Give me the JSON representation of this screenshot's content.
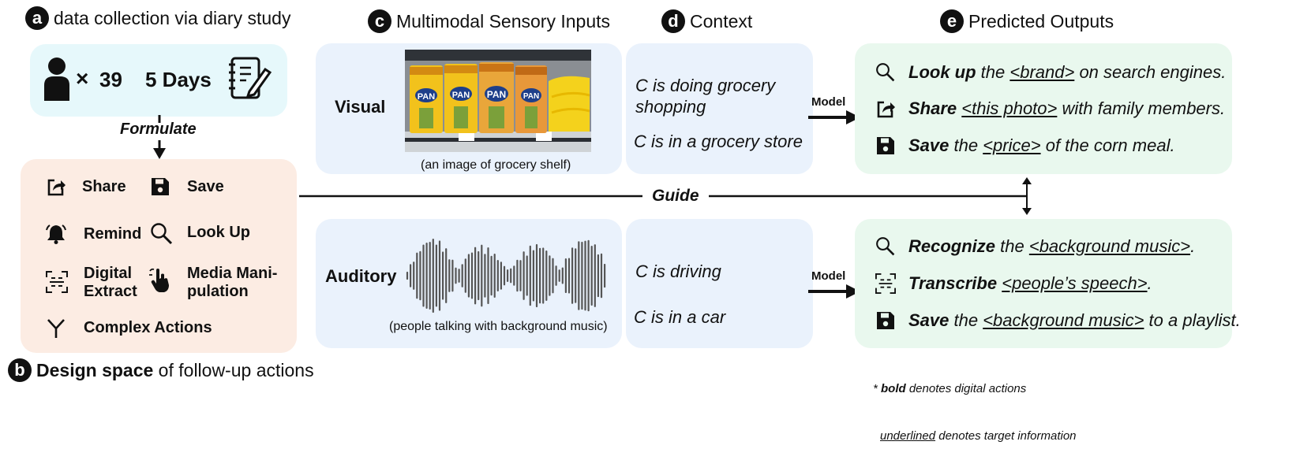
{
  "sections": {
    "a": {
      "letter": "a",
      "title": "data collection via diary study"
    },
    "b": {
      "letter": "b",
      "title_bold": "Design space",
      "title_rest": " of follow-up actions"
    },
    "c": {
      "letter": "c",
      "title": "Multimodal Sensory Inputs"
    },
    "d": {
      "letter": "d",
      "title": "Context"
    },
    "e": {
      "letter": "e",
      "title": "Predicted Outputs"
    }
  },
  "study": {
    "participants": "39",
    "times": "×",
    "duration": "5 Days"
  },
  "formulate_label": "Formulate",
  "guide_label": "Guide",
  "model_label": "Model",
  "design_space": [
    {
      "label": "Share",
      "icon": "share-icon"
    },
    {
      "label": "Save",
      "icon": "save-icon"
    },
    {
      "label": "Remind",
      "icon": "bell-icon"
    },
    {
      "label": "Look Up",
      "icon": "magnifier-icon"
    },
    {
      "label_1": "Digital",
      "label_2": "Extract",
      "icon": "scan-icon"
    },
    {
      "label_1": "Media Mani-",
      "label_2": "pulation",
      "icon": "hand-pointer-icon"
    },
    {
      "label": "Complex Actions",
      "icon": "fork-icon"
    }
  ],
  "visual": {
    "label": "Visual",
    "caption": "(an image of grocery shelf)",
    "package_text": "PAN"
  },
  "auditory": {
    "label": "Auditory",
    "caption": "(people talking with background music)"
  },
  "context_visual": [
    "C is doing grocery shopping",
    "C is in a grocery store"
  ],
  "context_auditory": [
    "C is driving",
    "C is in a car"
  ],
  "outputs_visual": [
    {
      "icon": "magnifier-icon",
      "verb": "Look up",
      "pre": " the ",
      "target": "<brand>",
      "post": " on search engines."
    },
    {
      "icon": "share-icon",
      "verb": "Share",
      "pre": " ",
      "target": "<this photo>",
      "post": " with family members."
    },
    {
      "icon": "save-icon",
      "verb": "Save",
      "pre": " the ",
      "target": "<price>",
      "post": " of the corn meal."
    }
  ],
  "outputs_auditory": [
    {
      "icon": "magnifier-icon",
      "verb": "Recognize",
      "pre": " the ",
      "target": "<background music>",
      "post": "."
    },
    {
      "icon": "scan-icon",
      "verb": "Transcribe",
      "pre": " ",
      "target": "<people’s speech>",
      "post": "."
    },
    {
      "icon": "save-icon",
      "verb": "Save",
      "pre": " the ",
      "target": "<background music>",
      "post": " to a playlist."
    }
  ],
  "footnote": {
    "star": "* ",
    "bold_word": "bold",
    "line1_rest": " denotes digital actions",
    "underlined_word": "underlined",
    "line2_rest": " denotes target information"
  }
}
